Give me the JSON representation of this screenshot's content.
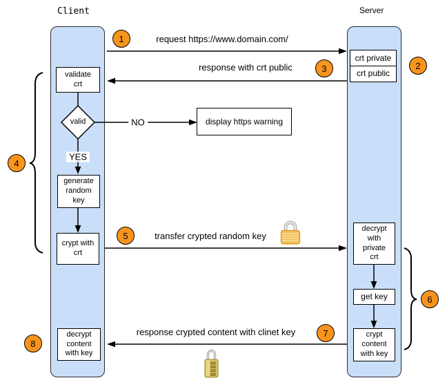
{
  "labels": {
    "client": "Client",
    "server": "Server",
    "no": "NO",
    "yes": "YES"
  },
  "messages": {
    "request": "request https://www.domain.com/",
    "response_public": "response with crt public",
    "transfer_key": "transfer crypted random key",
    "response_content": "response crypted content with clinet key"
  },
  "steps": [
    "1",
    "2",
    "3",
    "4",
    "5",
    "6",
    "7",
    "8"
  ],
  "client_nodes": {
    "validate": "validate\ncrt",
    "valid": "valid",
    "generate": "generate\nrandom\nkey",
    "crypt": "crypt with\ncrt",
    "decrypt_content": "decrypt\ncontent\nwith key"
  },
  "server_nodes": {
    "crt_private": "crt private",
    "crt_public": "crt public",
    "decrypt_private": "decrypt\nwith\nprivate\ncrt",
    "get_key": "get key",
    "crypt_content": "crypt\ncontent\nwith key"
  },
  "warning": "display https warning",
  "icons": {
    "transfer_lock": "closed-padlock",
    "content_lock": "combination-padlock"
  },
  "colors": {
    "lane_fill": "#c9def9",
    "step_fill": "#f7941e",
    "line": "#000000"
  }
}
